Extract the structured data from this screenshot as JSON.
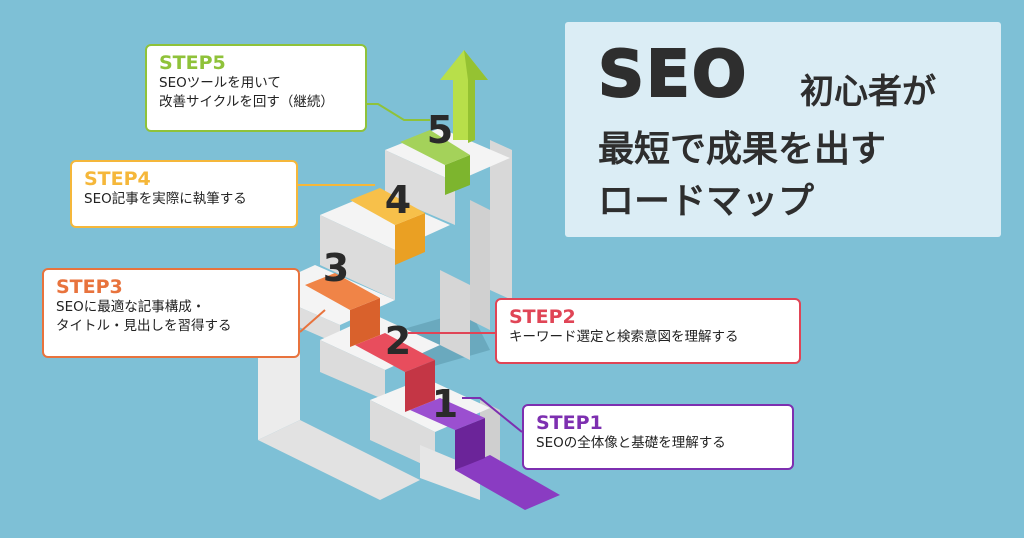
{
  "title": {
    "seo": "SEO",
    "suffix": "初心者が",
    "line2": "最短で成果を出す",
    "line3": "ロードマップ"
  },
  "steps": [
    {
      "num": "1",
      "label": "STEP1",
      "desc1": "SEOの全体像と基礎を理解する",
      "desc2": "",
      "color": "#7d2fb0"
    },
    {
      "num": "2",
      "label": "STEP2",
      "desc1": "キーワード選定と検索意図を理解する",
      "desc2": "",
      "color": "#e04556"
    },
    {
      "num": "3",
      "label": "STEP3",
      "desc1": "SEOに最適な記事構成・",
      "desc2": "タイトル・見出しを習得する",
      "color": "#e8733d"
    },
    {
      "num": "4",
      "label": "STEP4",
      "desc1": "SEO記事を実際に執筆する",
      "desc2": "",
      "color": "#f5b73a"
    },
    {
      "num": "5",
      "label": "STEP5",
      "desc1": "SEOツールを用いて",
      "desc2": "改善サイクルを回す（継続）",
      "color": "#8fc23a"
    }
  ]
}
